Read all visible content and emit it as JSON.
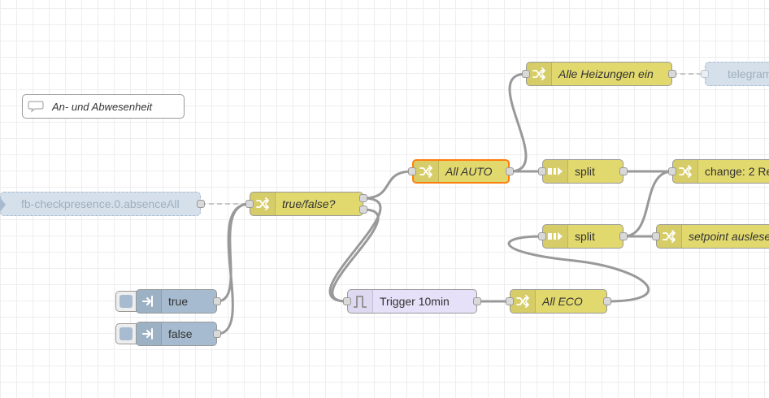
{
  "workspace": {
    "grid": true,
    "background": "#ffffff",
    "grid_color": "#eeeeee"
  },
  "colors": {
    "function_node": "#e2d96e",
    "inject_node": "#a6bbcf",
    "trigger_node": "#e6e0f8",
    "disabled_node": "#d5e0ea",
    "selection": "#ff7f0e",
    "wire": "#999999",
    "port": "#d9d9d9"
  },
  "nodes": {
    "comment": {
      "label": "An- und Abwesenheit",
      "icon": "comment-icon"
    },
    "presence": {
      "label": "fb-checkpresence.0.absenceAll",
      "icon": "iobroker-in-icon",
      "state": "disabled"
    },
    "truefalse": {
      "label": "true/false?",
      "icon": "switch-icon"
    },
    "inject_true": {
      "label": "true",
      "icon": "inject-arrow-icon"
    },
    "inject_false": {
      "label": "false",
      "icon": "inject-arrow-icon"
    },
    "all_auto": {
      "label": "All AUTO",
      "icon": "switch-icon",
      "state": "selected"
    },
    "heizungen": {
      "label": "Alle Heizungen ein",
      "icon": "switch-icon"
    },
    "telegram": {
      "label": "telegram",
      "icon": "telegram-icon",
      "state": "disabled"
    },
    "split1": {
      "label": "split",
      "icon": "split-icon"
    },
    "change": {
      "label": "change: 2 Re",
      "icon": "switch-icon"
    },
    "split2": {
      "label": "split",
      "icon": "split-icon"
    },
    "setpoint": {
      "label": "setpoint auslese",
      "icon": "switch-icon"
    },
    "trigger": {
      "label": "Trigger 10min",
      "icon": "trigger-icon"
    },
    "all_eco": {
      "label": "All ECO",
      "icon": "switch-icon"
    }
  }
}
